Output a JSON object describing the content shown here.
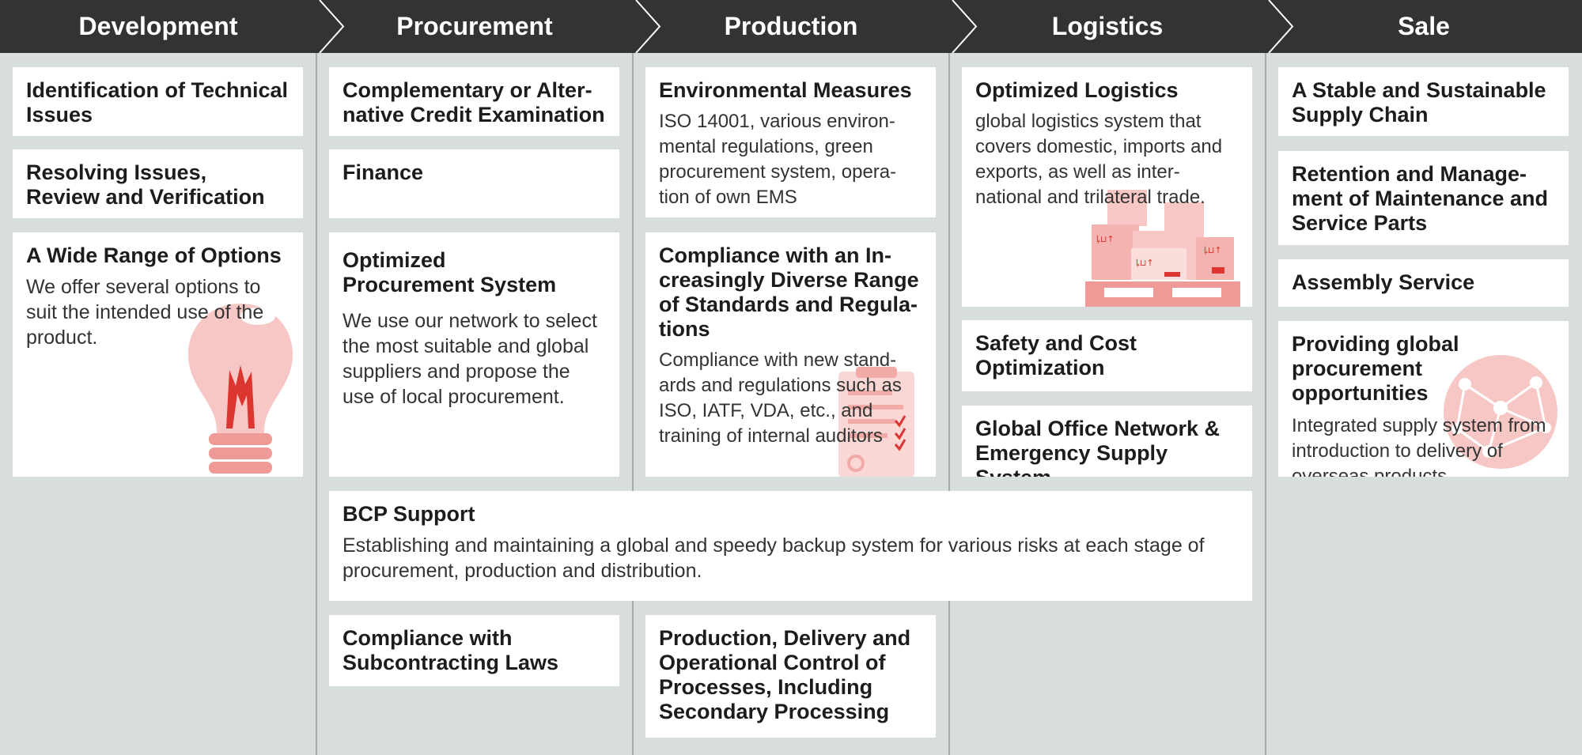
{
  "stages": [
    {
      "label": "Development"
    },
    {
      "label": "Procurement"
    },
    {
      "label": "Production"
    },
    {
      "label": "Logistics"
    },
    {
      "label": "Sale"
    }
  ],
  "cards": {
    "dev_1": {
      "title": "Identification of Technical Issues",
      "body": ""
    },
    "dev_2": {
      "title": "Resolving Issues,\nReview and Verification",
      "body": ""
    },
    "dev_3": {
      "title": "A Wide Range of Options",
      "body": "We offer several options to suit the intended use of the product.",
      "icon": "light-bulb-icon"
    },
    "proc_1": {
      "title": "Complementary or Alter-\nnative Credit Examination",
      "body": ""
    },
    "proc_2": {
      "title": "Finance",
      "body": ""
    },
    "proc_3": {
      "title": "Optimized\nProcurement System",
      "body": "We use our network to select the most suitable and global suppliers and propose the use of local procurement."
    },
    "prod_1": {
      "title": "Environmental Measures",
      "body": "ISO 14001, various environ-\nmental regulations, green procurement system, opera-\ntion of own EMS"
    },
    "prod_2": {
      "title": "Compliance with an In-\ncreasingly Diverse Range of Standards and Regula-\ntions",
      "body": "Compliance with new stand-\nards and regulations such as ISO, IATF, VDA, etc., and training of internal auditors",
      "icon": "checklist-icon"
    },
    "log_1": {
      "title": "Optimized Logistics",
      "body": "global logistics system that covers domestic, imports and exports, as well as inter-\nnational and trilateral trade.",
      "icon": "boxes-pallet-icon"
    },
    "log_2": {
      "title": "Safety and Cost\nOptimization",
      "body": ""
    },
    "log_3": {
      "title": "Global Office Network &\nEmergency Supply System",
      "body": ""
    },
    "sale_1": {
      "title": "A Stable and Sustainable\nSupply Chain",
      "body": ""
    },
    "sale_2": {
      "title": "Retention and Manage-\nment of Maintenance and Service Parts",
      "body": ""
    },
    "sale_3": {
      "title": "Assembly Service",
      "body": ""
    },
    "sale_4": {
      "title": "Providing global\nprocurement opportunities",
      "body": "Integrated supply system from introduction to delivery of overseas products.",
      "icon": "globe-network-icon"
    },
    "bcp": {
      "title": "BCP Support",
      "body": "Establishing and maintaining a global and speedy backup system for various risks at each stage of procurement, production and distribution."
    },
    "proc_4": {
      "title": "Compliance with\nSubcontracting Laws",
      "body": ""
    },
    "prod_3": {
      "title": "Production, Delivery and\nOperational Control of Processes, Including Secondary Processing",
      "body": ""
    }
  },
  "colors": {
    "header": "#323335",
    "background": "#d8dede",
    "card": "#ffffff",
    "accent": "#e24a4a",
    "accent_light": "#f3b4b1"
  }
}
